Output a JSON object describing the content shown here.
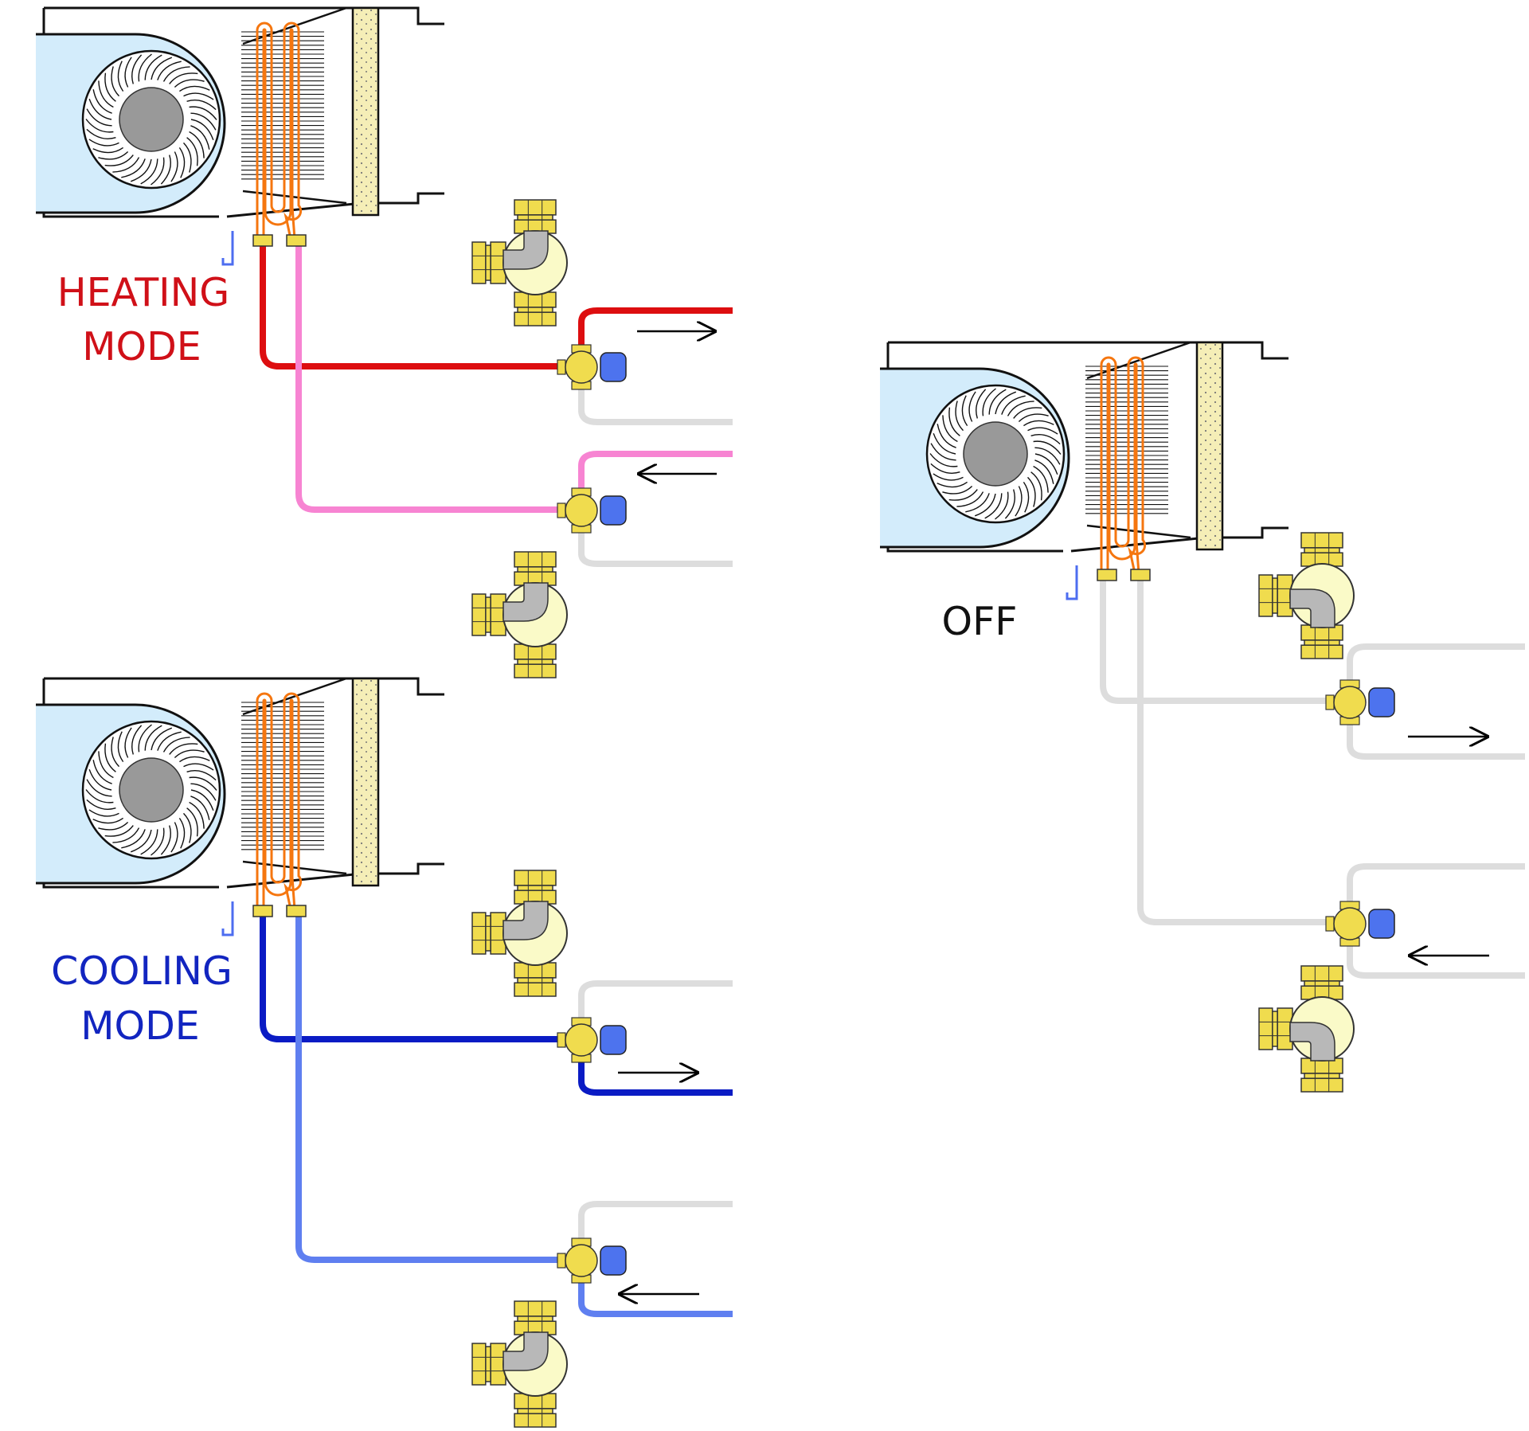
{
  "labels": {
    "heating_line1": "HEATING",
    "heating_line2": "MODE",
    "cooling_line1": "COOLING",
    "cooling_line2": "MODE",
    "off": "OFF"
  },
  "colors": {
    "heating_supply": "#dd0e10",
    "heating_return": "#f784d2",
    "cooling_supply": "#0a1bc4",
    "cooling_return": "#5f7ff0",
    "inactive_pipe": "#dddddd",
    "coil": "#f5760f",
    "housing_fill": "#d3ecfb",
    "fan_hub": "#999999",
    "filter": "#f5eeb7",
    "valve_brass": "#f0dc4e",
    "valve_body": "#fafac8",
    "actuator": "#4d73ee",
    "drain": "#4d6df0",
    "heating_text": "#d01018",
    "cooling_text": "#1225c0",
    "off_text": "#111111"
  },
  "icons": {
    "fan": "centrifugal-fan-icon",
    "coil": "heat-exchanger-coil-icon",
    "filter": "air-filter-icon",
    "three_way_valve": "three-way-valve-icon",
    "two_way_valve": "two-way-valve-icon",
    "actuator": "valve-actuator-icon",
    "flow_arrow": "flow-arrow-icon"
  }
}
